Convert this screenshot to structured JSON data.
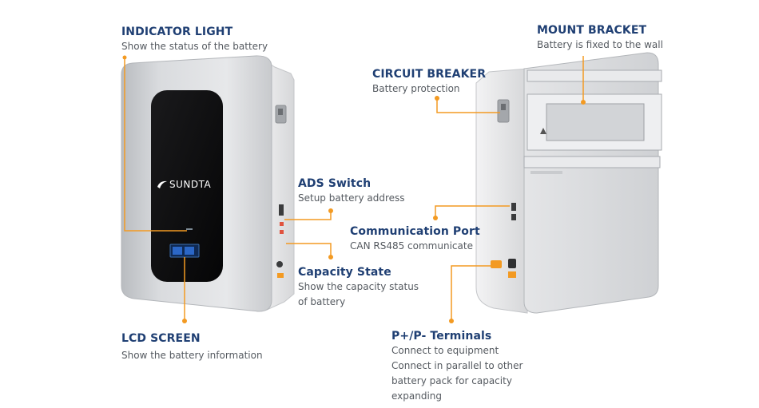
{
  "brand": {
    "logo_text": "SUNDTA"
  },
  "colors": {
    "title": "#1f3f73",
    "text": "#555a60",
    "accent": "#f39a22"
  },
  "callouts": {
    "indicator_light": {
      "title": "INDICATOR LIGHT",
      "lines": [
        "Show the status of the battery"
      ]
    },
    "lcd_screen": {
      "title": "LCD SCREEN",
      "lines": [
        "Show the battery information"
      ]
    },
    "ads_switch": {
      "title": "ADS Switch",
      "lines": [
        "Setup battery address"
      ]
    },
    "capacity_state": {
      "title": "Capacity State",
      "lines": [
        "Show the capacity status",
        "of battery"
      ]
    },
    "circuit_breaker": {
      "title": "CIRCUIT BREAKER",
      "lines": [
        "Battery protection"
      ]
    },
    "mount_bracket": {
      "title": "MOUNT BRACKET",
      "lines": [
        "Battery is fixed to the wall"
      ]
    },
    "communication_port": {
      "title": "Communication Port",
      "lines": [
        "CAN RS485 communicate"
      ]
    },
    "terminals": {
      "title": "P+/P- Terminals",
      "lines": [
        "Connect to equipment",
        "Connect in parallel to other",
        "battery pack for capacity",
        "expanding"
      ]
    }
  }
}
